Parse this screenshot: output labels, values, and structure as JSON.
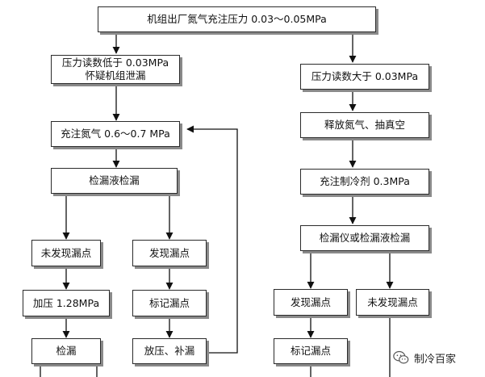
{
  "flowchart": {
    "top": "机组出厂氮气充注压力 0.03～0.05MPa",
    "left": {
      "low_pressure_line1": "压力读数低于 0.03MPa",
      "low_pressure_line2": "怀疑机组泄漏",
      "charge_nitrogen": "充注氮气 0.6～0.7 MPa",
      "leak_fluid_check": "检漏液检漏",
      "no_leak_found": "未发现漏点",
      "leak_found": "发现漏点",
      "pressurize": "加压 1.28MPa",
      "mark_leak": "标记漏点",
      "leak_check": "检漏",
      "release_repair": "放压、补漏"
    },
    "right": {
      "high_pressure": "压力读数大于 0.03MPa",
      "release_vacuum": "释放氮气、抽真空",
      "charge_refrigerant": "充注制冷剂 0.3MPa",
      "detector_check": "检漏仪或检漏液检漏",
      "leak_found": "发现漏点",
      "no_leak_found": "未发现漏点",
      "mark_leak": "标记漏点"
    }
  },
  "watermark": {
    "text": "制冷百家",
    "icon": "wechat-icon"
  }
}
